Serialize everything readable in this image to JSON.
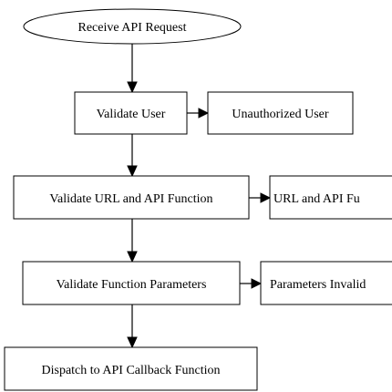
{
  "nodes": {
    "receive_request": "Receive API Request",
    "validate_user": "Validate User",
    "unauthorized_user": "Unauthorized User",
    "validate_url": "Validate URL and API Function",
    "url_invalid": "URL and API Fu",
    "validate_params": "Validate Function Parameters",
    "params_invalid": "Parameters Invalid",
    "dispatch": "Dispatch to API Callback Function"
  }
}
